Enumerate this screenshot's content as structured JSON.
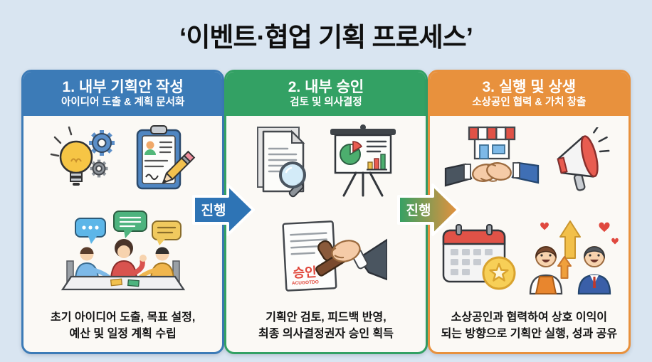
{
  "page": {
    "title": "‘이벤트·협업 기획 프로세스’",
    "background_color": "#d9e5f1"
  },
  "arrows": [
    {
      "label": "진행",
      "color_start": "#2e74b5",
      "color_end": "#2e74b5"
    },
    {
      "label": "진행",
      "color_start": "#33a164",
      "color_end": "#e8913d"
    }
  ],
  "steps": [
    {
      "title": "1. 내부 기획안 작성",
      "subtitle": "아이디어 도출 & 계획 문서화",
      "description": "초기 아이디어 도출, 목표 설정,\n예산 및 일정 계획 수립",
      "theme_color": "#3c7bb7",
      "icons": [
        "lightbulb-gears-icon",
        "clipboard-pencil-icon",
        "team-meeting-icon"
      ]
    },
    {
      "title": "2. 내부 승인",
      "subtitle": "검토 및 의사결정",
      "description": "기획안 검토, 피드백 반영,\n최종 의사결정권자 승인 획득",
      "theme_color": "#33a164",
      "stamp": {
        "text": "승인",
        "subtext": "ACUGOTDO"
      },
      "icons": [
        "document-magnifier-icon",
        "presentation-chart-icon",
        "approval-stamp-icon"
      ]
    },
    {
      "title": "3. 실행 및 상생",
      "subtitle": "소상공인 협력 & 가치 창출",
      "description": "소상공인과 협력하여 상호 이익이\n되는 방향으로 기획안 실행, 성과 공유",
      "theme_color": "#e8913d",
      "icons": [
        "handshake-storefront-icon",
        "megaphone-icon",
        "calendar-star-icon",
        "partners-growth-icon"
      ]
    }
  ]
}
